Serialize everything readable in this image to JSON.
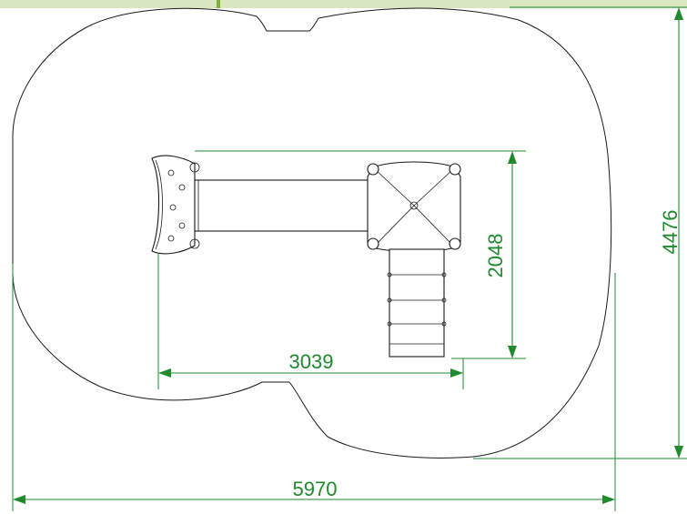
{
  "drawing": {
    "dimensions": {
      "overall_width": "5970",
      "overall_depth": "4476",
      "structure_width": "3039",
      "structure_depth": "2048"
    },
    "colors": {
      "dimension_color": "#1f8a2e",
      "line_color": "#1a1a1a",
      "header_band": "#d9e7c0"
    }
  }
}
